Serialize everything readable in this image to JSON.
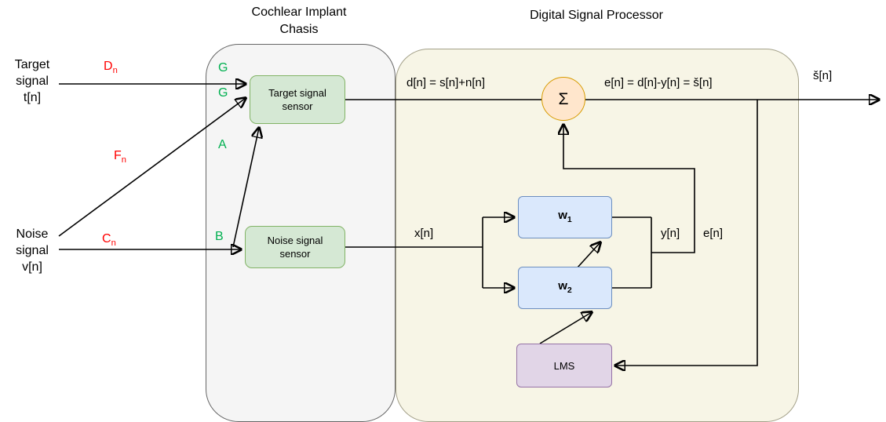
{
  "titles": {
    "chassis_line1": "Cochlear Implant",
    "chassis_line2": "Chasis",
    "dsp": "Digital Signal Processor"
  },
  "inputs": {
    "target": {
      "line1": "Target",
      "line2": "signal",
      "line3": "t[n]"
    },
    "noise": {
      "line1": "Noise",
      "line2": "signal",
      "line3": "v[n]"
    }
  },
  "path_labels": {
    "d": {
      "base": "D",
      "sub": "n"
    },
    "f": {
      "base": "F",
      "sub": "n"
    },
    "c": {
      "base": "C",
      "sub": "n"
    }
  },
  "gain_labels": {
    "g1": "G",
    "g2": "G",
    "a": "A",
    "b": "B"
  },
  "blocks": {
    "target_sensor": {
      "line1": "Target signal",
      "line2": "sensor"
    },
    "noise_sensor": {
      "line1": "Noise signal",
      "line2": "sensor"
    },
    "sum": "Σ",
    "w1": {
      "base": "w",
      "sub": "1"
    },
    "w2": {
      "base": "w",
      "sub": "2"
    },
    "lms": "LMS"
  },
  "signal_labels": {
    "d_eq": "d[n] = s[n]+n[n]",
    "e_eq": "e[n] = d[n]-y[n] = š[n]",
    "s_out": "š[n]",
    "x": "x[n]",
    "y": "y[n]",
    "e": "e[n]"
  },
  "colors": {
    "red-label": "#ff0000",
    "green-label": "#00b050",
    "gray-fill": "#f5f5f5",
    "gray-border": "#666666",
    "beige-fill": "#f7f5e6",
    "beige-border": "#a4a18a",
    "green-fill": "#d5e8d4",
    "green-border": "#82b366",
    "blue-fill": "#dae8fc",
    "blue-border": "#6c8ebf",
    "purple-fill": "#e1d5e7",
    "purple-border": "#9673a6",
    "orange-fill": "#ffe6cc",
    "orange-border": "#d79b00",
    "line": "#000000"
  }
}
